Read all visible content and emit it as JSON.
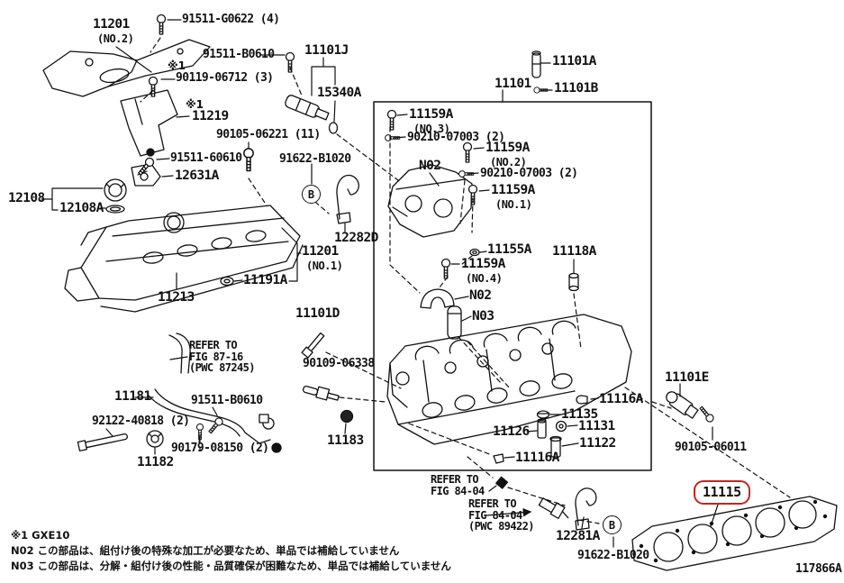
{
  "figure_code": "117866A",
  "highlighted_part": "11115",
  "colors": {
    "background": "#ffffff",
    "line": "#111111",
    "highlight_border": "#c5261f"
  },
  "markers": {
    "star1": "※1",
    "b_connector": "B"
  },
  "parts": {
    "91511G0622": {
      "label": "91511-G0622 (4)"
    },
    "11201no2": {
      "label": "11201",
      "sub": "(NO.2)"
    },
    "91511B0610top": {
      "label": "91511-B0610"
    },
    "11101J": {
      "label": "11101J"
    },
    "90119_06712": {
      "label": "90119-06712 (3)"
    },
    "15340A": {
      "label": "15340A"
    },
    "11101A": {
      "label": "11101A"
    },
    "11101": {
      "label": "11101"
    },
    "11101B": {
      "label": "11101B"
    },
    "11219": {
      "label": "11219"
    },
    "90105_06221": {
      "label": "90105-06221 (11)"
    },
    "91511_60610": {
      "label": "91511-60610"
    },
    "12631A": {
      "label": "12631A"
    },
    "91622B1020top": {
      "label": "91622-B1020"
    },
    "12282D": {
      "label": "12282D"
    },
    "12108": {
      "label": "12108"
    },
    "12108A": {
      "label": "12108A"
    },
    "11159A_no3": {
      "label": "11159A",
      "sub": "(NO.3)"
    },
    "90210_07003_a": {
      "label": "90210-07003 (2)"
    },
    "11159A_no2": {
      "label": "11159A",
      "sub": "(NO.2)"
    },
    "90210_07003_b": {
      "label": "90210-07003 (2)"
    },
    "11159A_no1": {
      "label": "11159A",
      "sub": "(NO.1)"
    },
    "N02_port": {
      "label": "N02"
    },
    "11155A": {
      "label": "11155A"
    },
    "11159A_no4": {
      "label": "11159A",
      "sub": "(NO.4)"
    },
    "N02_cap": {
      "label": "N02"
    },
    "N03_guide": {
      "label": "N03"
    },
    "11118A": {
      "label": "11118A"
    },
    "11201no1": {
      "label": "11201",
      "sub": "(NO.1)"
    },
    "11191A": {
      "label": "11191A"
    },
    "11213": {
      "label": "11213"
    },
    "11101D": {
      "label": "11101D"
    },
    "90109_06338": {
      "label": "90109-06338"
    },
    "refer8716": {
      "line1": "REFER TO",
      "line2": "FIG 87-16",
      "line3": "(PWC 87245)"
    },
    "11181": {
      "label": "11181"
    },
    "91511B0610bot": {
      "label": "91511-B0610"
    },
    "92122_40818": {
      "label": "92122-40818 (2)"
    },
    "90179_08150": {
      "label": "90179-08150 (2)"
    },
    "11182": {
      "label": "11182"
    },
    "11183": {
      "label": "11183"
    },
    "11116A_top": {
      "label": "11116A"
    },
    "11135": {
      "label": "11135"
    },
    "11131": {
      "label": "11131"
    },
    "11126": {
      "label": "11126"
    },
    "11122": {
      "label": "11122"
    },
    "11116A_bot": {
      "label": "11116A"
    },
    "11101E": {
      "label": "11101E"
    },
    "90105_06011": {
      "label": "90105-06011"
    },
    "refer8404a": {
      "line1": "REFER TO",
      "line2": "FIG 84-04"
    },
    "refer8404b": {
      "line1": "REFER TO",
      "line2": "FIG 84-04",
      "line3": "(PWC 89422)"
    },
    "12281A": {
      "label": "12281A"
    },
    "91622B1020bot": {
      "label": "91622-B1020"
    },
    "11115": {
      "label": "11115"
    }
  },
  "footnotes": {
    "star1": "※1 GXE10",
    "n02": "N02 この部品は、組付け後の特殊な加工が必要なため、単品では補給していません",
    "n03": "N03 この部品は、分解・組付け後の性能・品質確保が困難なため、単品では補給していません"
  }
}
